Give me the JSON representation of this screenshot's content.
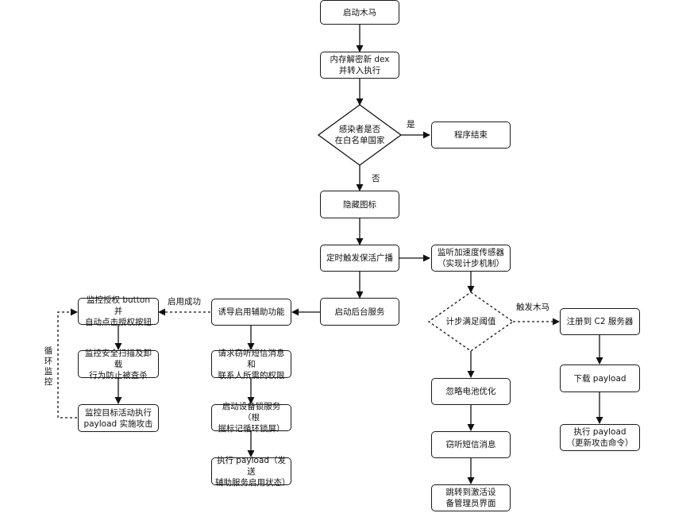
{
  "nodes": {
    "start": "启动木马",
    "decrypt": "内存解密新 dex\n并转入执行",
    "whitelist": "感染者是否\n在白名单国家",
    "end": "程序结束",
    "hide_icon": "隐藏图标",
    "broadcast": "定时触发保活广播",
    "sensor": "监听加速度传感器\n（实现计步机制）",
    "bg_service": "启动后台服务",
    "induce_a11y": "诱导启用辅助功能",
    "monitor_auth": "监控授权 button 并\n自动点击授权按钮",
    "monitor_scan": "监控安全扫描及卸载\n行为防止被查杀",
    "monitor_target": "监控目标活动执行\npayload 实施攻击",
    "request_perm": "请求窃听短信消息和\n联系人所需的权限",
    "device_lock": "启动设备锁服务（根\n据标记循环锁屏）",
    "exec_payload_send": "执行 payload（发送\n辅助服务启用状态）",
    "step_threshold": "计步满足阈值",
    "ignore_battery": "忽略电池优化",
    "sms_sniff": "窃听短信消息",
    "device_admin": "跳转到激活设\n备管理员界面",
    "register_c2": "注册到 C2 服务器",
    "download_payload": "下载 payload",
    "exec_payload_update": "执行 payload\n（更新攻击命令）"
  },
  "edge_labels": {
    "yes": "是",
    "no": "否",
    "enable_success": "启用成功",
    "trigger_trojan": "触发木马",
    "loop_monitor": "循\n环\n监\n控"
  }
}
